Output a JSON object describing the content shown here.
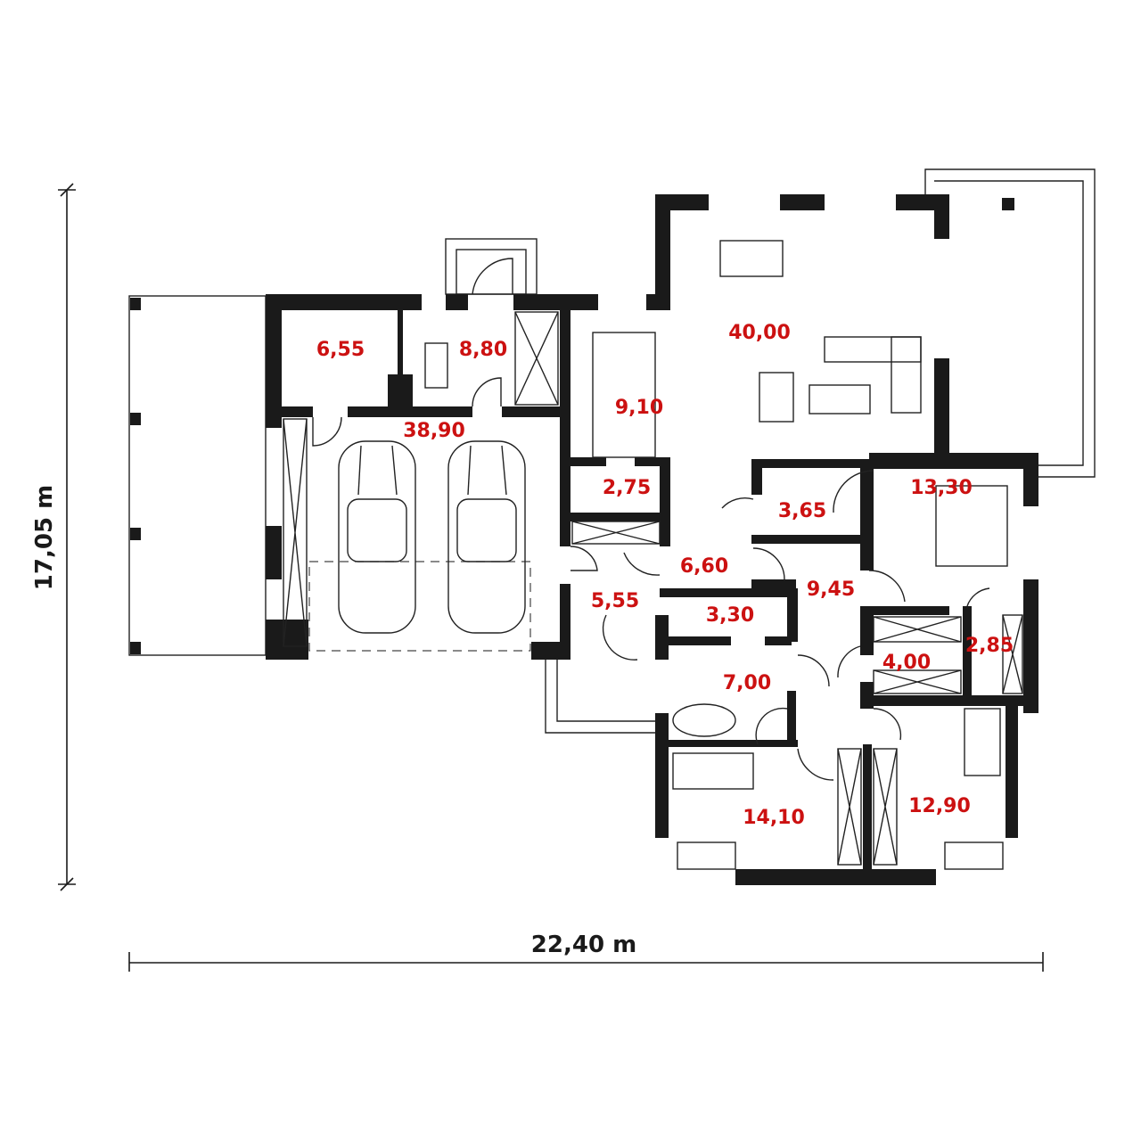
{
  "dimensions": {
    "height_label": "17,05 m",
    "width_label": "22,40 m"
  },
  "rooms": [
    {
      "id": "storage",
      "area": "6,55"
    },
    {
      "id": "utility",
      "area": "8,80"
    },
    {
      "id": "garage",
      "area": "38,90"
    },
    {
      "id": "kitchen",
      "area": "9,10"
    },
    {
      "id": "living-dining",
      "area": "40,00"
    },
    {
      "id": "pantry",
      "area": "2,75"
    },
    {
      "id": "boiler-wc",
      "area": "3,65"
    },
    {
      "id": "bedroom-master",
      "area": "13,30"
    },
    {
      "id": "hall",
      "area": "6,60"
    },
    {
      "id": "vestibule",
      "area": "5,55"
    },
    {
      "id": "corridor",
      "area": "9,45"
    },
    {
      "id": "wc",
      "area": "3,30"
    },
    {
      "id": "dressing",
      "area": "4,00"
    },
    {
      "id": "wardrobe",
      "area": "2,85"
    },
    {
      "id": "bathroom",
      "area": "7,00"
    },
    {
      "id": "bedroom-2",
      "area": "14,10"
    },
    {
      "id": "bedroom-3",
      "area": "12,90"
    }
  ],
  "colors": {
    "area_text": "#cc1111",
    "walls": "#1a1a1a"
  }
}
